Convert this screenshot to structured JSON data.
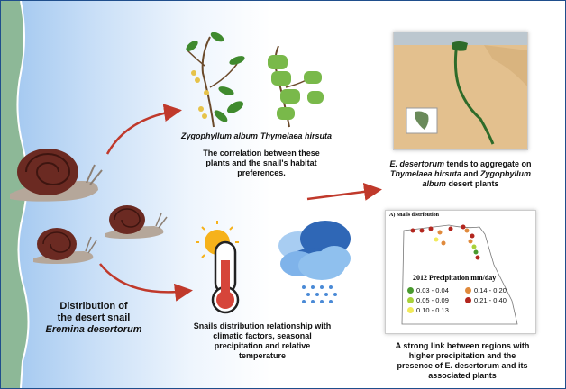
{
  "snail_caption": {
    "line1": "Distribution of",
    "line2": "the desert snail",
    "species": "Eremina desertorum"
  },
  "plants": {
    "left_name": "Zygophyllum album",
    "right_name": "Thymelaea hirsuta",
    "caption": "The correlation between these plants and the snail's habitat preferences."
  },
  "climate": {
    "caption": "Snails distribution relationship with climatic factors,  seasonal precipitation and relative temperature"
  },
  "map_top": {
    "caption_species": "E. desertorum",
    "caption_mid": " tends to aggregate on",
    "caption_plant1": "Thymelaea  hirsuta",
    "caption_and": " and ",
    "caption_plant2": "Zygophyllum",
    "caption_plant2b": "album",
    "caption_end": " desert plants"
  },
  "map_bottom": {
    "panel_title": "A) Snails distribution",
    "legend_title": "2012 Precipitation mm/day",
    "legend": [
      {
        "label": "0.03 - 0.04",
        "color": "#4a9a2e"
      },
      {
        "label": "0.05 - 0.09",
        "color": "#a9d13a"
      },
      {
        "label": "0.10 - 0.13",
        "color": "#f1ea5a"
      },
      {
        "label": "0.14 - 0.20",
        "color": "#e08a3c"
      },
      {
        "label": "0.21 - 0.40",
        "color": "#b3261e"
      }
    ],
    "caption": "A strong link between regions with higher precipitation and the presence of E. desertorum and its associated plants"
  },
  "colors": {
    "arrow": "#c0392b",
    "frame": "#1f4e8c",
    "snail_shell": "#6b2a22",
    "snail_body": "#b5a79a"
  }
}
